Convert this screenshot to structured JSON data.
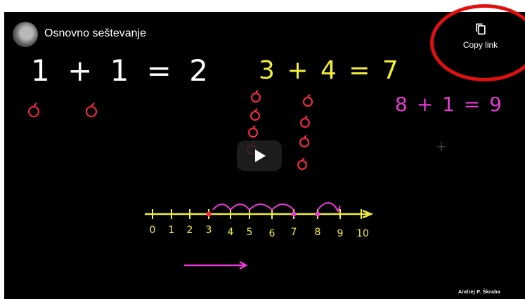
{
  "video": {
    "title": "Osnovno seštevanje",
    "channel_watermark": "Andrej P. Škraba"
  },
  "share": {
    "copy_label": "Copy link",
    "icon": "copy-icon"
  },
  "board": {
    "eq1": "1 + 1 = 2",
    "eq2": "3 + 4 = 7",
    "eq3": "8 + 1 = 9",
    "ticks": [
      "0",
      "1",
      "2",
      "3",
      "4",
      "5",
      "6",
      "7",
      "8",
      "9",
      "10"
    ]
  },
  "colors": {
    "white": "#ffffff",
    "yellow": "#f2ee3c",
    "red": "#ff2b4a",
    "magenta": "#e83bd6",
    "annotation": "#e01010"
  }
}
